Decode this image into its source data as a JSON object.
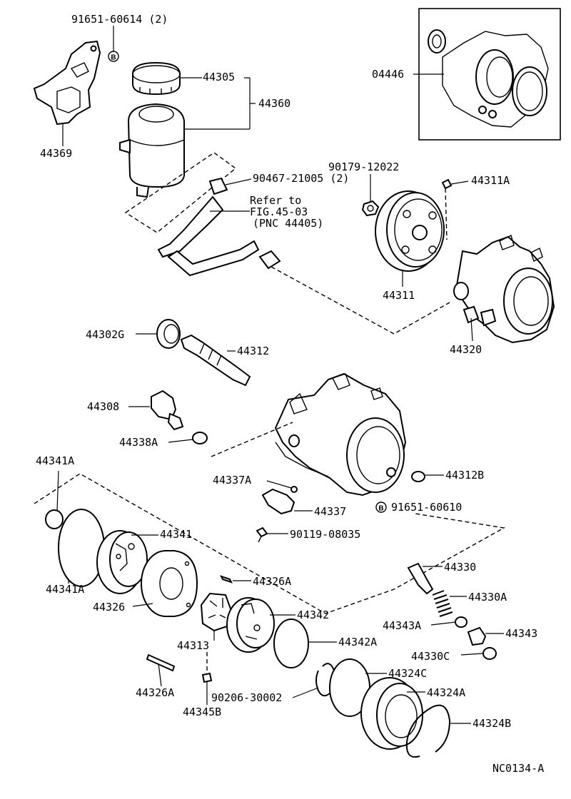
{
  "diagram": {
    "code": "NC0134-A",
    "labels": {
      "l_91651_60614": "91651-60614 (2)",
      "l_44305": "44305",
      "l_44360": "44360",
      "l_04446": "04446",
      "l_44369": "44369",
      "l_90179_12022": "90179-12022",
      "l_90467_21005": "90467-21005 (2)",
      "l_44311A": "44311A",
      "l_refer1": "Refer to",
      "l_refer2": "FIG.45-03",
      "l_refer3": "(PNC 44405)",
      "l_44311": "44311",
      "l_44302G": "44302G",
      "l_44312": "44312",
      "l_44320": "44320",
      "l_44308": "44308",
      "l_44338A": "44338A",
      "l_44341A_top": "44341A",
      "l_44337A": "44337A",
      "l_44312B": "44312B",
      "l_44337": "44337",
      "l_91651_60610": "91651-60610",
      "l_44341": "44341",
      "l_90119_08035": "90119-08035",
      "l_44330": "44330",
      "l_44341A_bot": "44341A",
      "l_44326A_top": "44326A",
      "l_44330A": "44330A",
      "l_44326": "44326",
      "l_44342": "44342",
      "l_44343A": "44343A",
      "l_44343": "44343",
      "l_44313": "44313",
      "l_44342A": "44342A",
      "l_44330C": "44330C",
      "l_44324C": "44324C",
      "l_44326A_bot": "44326A",
      "l_90206_30002": "90206-30002",
      "l_44324A": "44324A",
      "l_44345B": "44345B",
      "l_44324B": "44324B"
    },
    "bolt_marker": "B"
  }
}
